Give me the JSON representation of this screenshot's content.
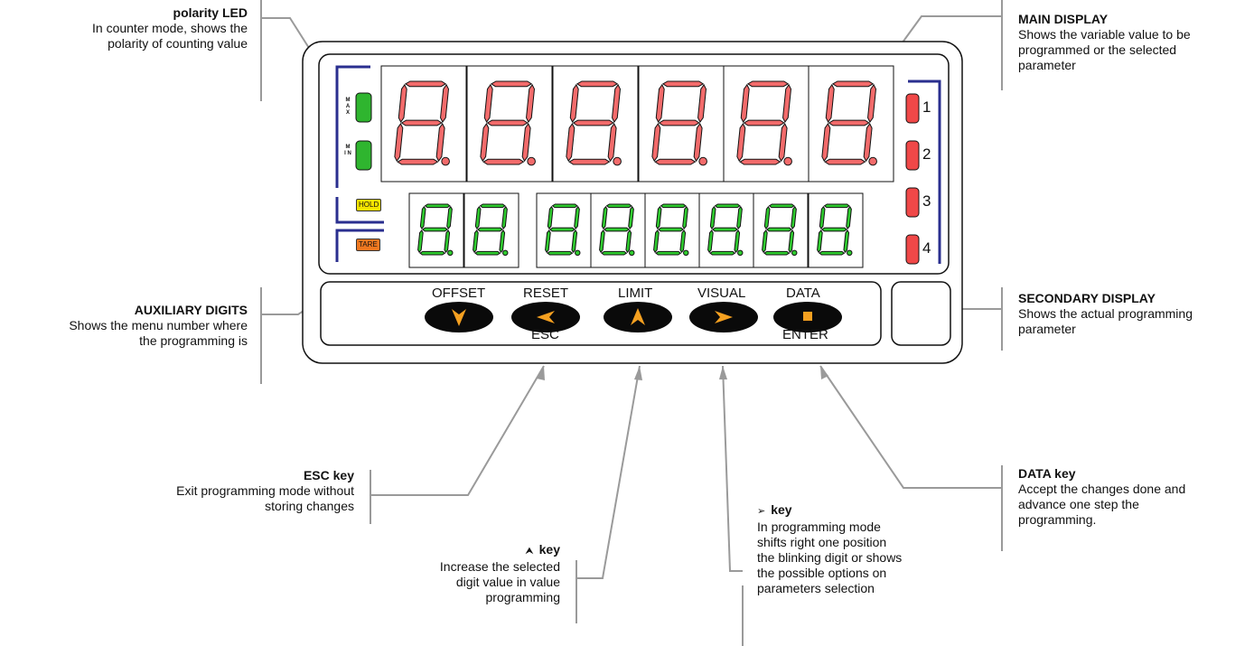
{
  "annotations": {
    "polarity_led": {
      "title": "polarity LED",
      "desc": [
        "In counter mode, shows the",
        "polarity of counting value"
      ]
    },
    "main_display": {
      "title": "MAIN DISPLAY",
      "desc": [
        "Shows the variable value to be",
        "programmed or the selected",
        "parameter"
      ]
    },
    "auxiliary_digits": {
      "title": "AUXILIARY DIGITS",
      "desc": [
        "Shows the menu number where",
        "the programming is"
      ]
    },
    "secondary_display": {
      "title": "SECONDARY DISPLAY",
      "desc": [
        "Shows the actual programming",
        "parameter"
      ]
    },
    "esc_key": {
      "title": "ESC key",
      "desc": [
        "Exit programming mode without",
        "storing changes"
      ]
    },
    "up_key": {
      "icon": "⮝",
      "title": "key",
      "desc": [
        "Increase the  selected",
        "digit value in  value",
        "programming"
      ]
    },
    "right_key": {
      "icon": "➢",
      "title": "key",
      "desc": [
        "In programming mode",
        "shifts right one position",
        "the blinking digit or shows",
        "the possible options on",
        "parameters selection"
      ]
    },
    "data_key": {
      "title": "DATA key",
      "desc": [
        "Accept the changes done and",
        "advance one step the",
        "programming."
      ]
    }
  },
  "panel": {
    "led_labels": {
      "max": "M A X",
      "min": "M I N"
    },
    "badges": {
      "hold": "HOLD",
      "tare": "TARE"
    },
    "relays": [
      "1",
      "2",
      "3",
      "4"
    ],
    "main_digits": "8.8.8.8.8.8.",
    "aux_digits": "8.8.",
    "secondary_digits": "8.8.8.8.8.8.",
    "keys": [
      {
        "top": "OFFSET",
        "bottom": "",
        "icon": "down-arrow-icon"
      },
      {
        "top": "RESET",
        "bottom": "ESC",
        "icon": "left-arrow-icon"
      },
      {
        "top": "LIMIT",
        "bottom": "",
        "icon": "up-arrow-icon"
      },
      {
        "top": "VISUAL",
        "bottom": "",
        "icon": "right-arrow-icon"
      },
      {
        "top": "DATA",
        "bottom": "ENTER",
        "icon": "stop-square-icon"
      }
    ]
  },
  "colors": {
    "main_digit": "#f26b6b",
    "secondary_digit": "#2fcc2f",
    "led_green": "#2fb52f",
    "relay_red": "#f04848",
    "frame_blue": "#2a2f8f",
    "key_icon": "#f5a020",
    "hold": "#f5e400",
    "tare": "#f07820"
  }
}
